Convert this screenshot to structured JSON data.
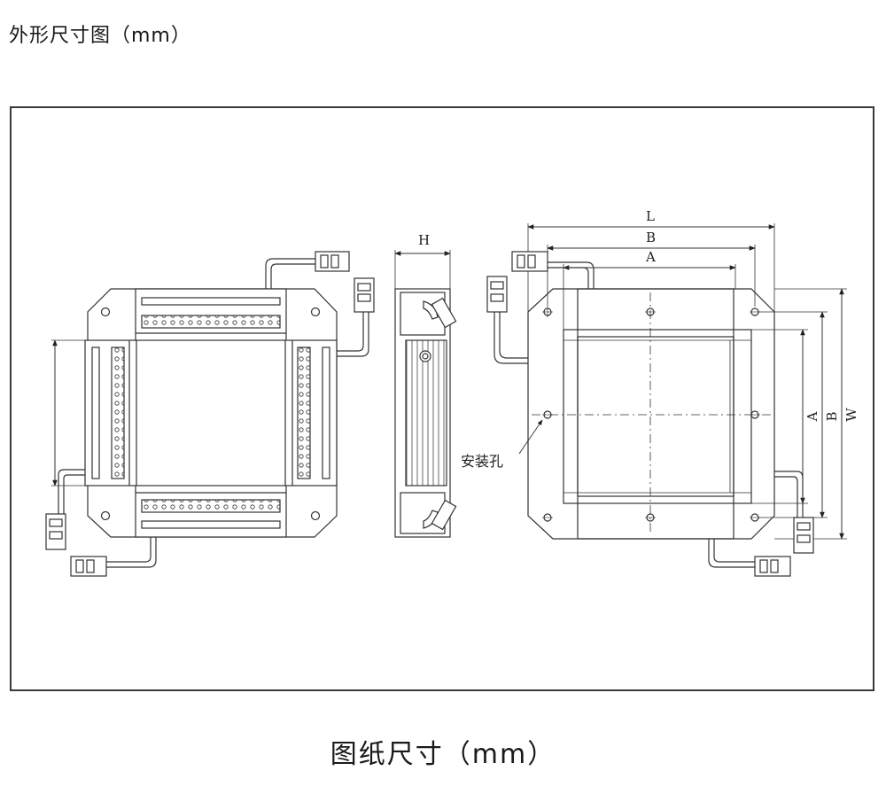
{
  "header": {
    "title": "外形尺寸图（mm）"
  },
  "footer": {
    "caption": "图纸尺寸（mm）"
  },
  "dimensions": {
    "height_label": "H",
    "length_label": "L",
    "b_label": "B",
    "a_label": "A",
    "width_label": "W",
    "b_side_label": "B",
    "a_side_label": "A"
  },
  "callouts": {
    "mounting_hole": "安装孔"
  }
}
